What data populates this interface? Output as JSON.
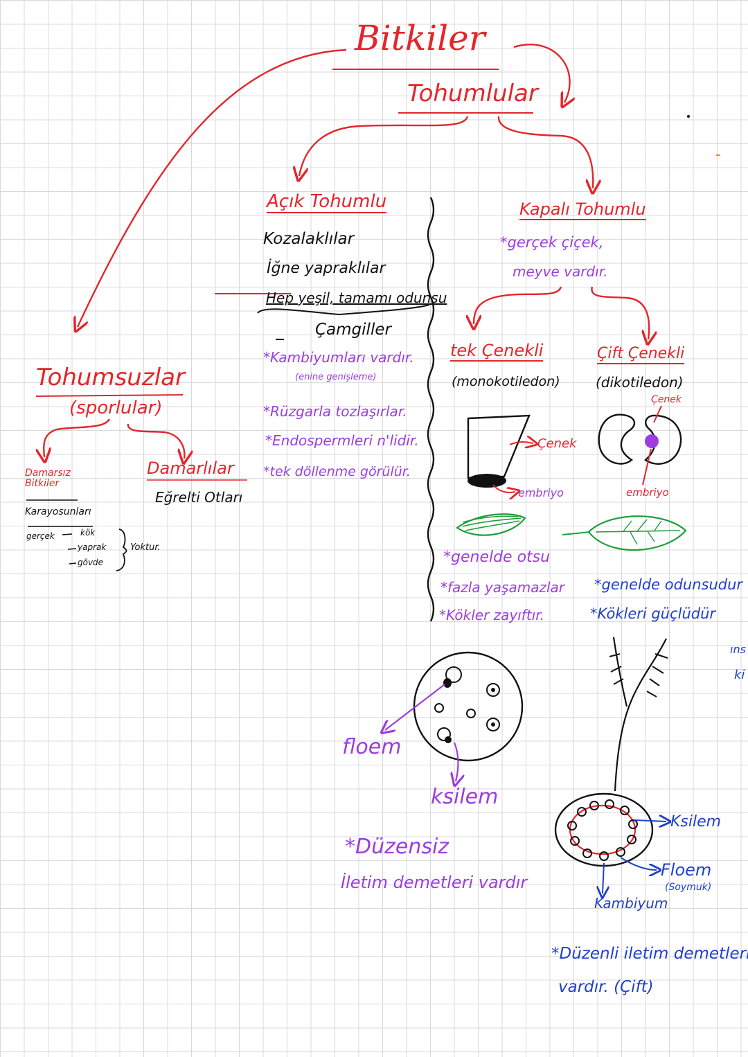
{
  "colors": {
    "red": "#e3262b",
    "black": "#111111",
    "purple": "#9b3de0",
    "blue": "#1f3fcf",
    "green": "#1e9e3a",
    "grid": "#d9d9dc"
  },
  "root": {
    "title": "Bitkiler",
    "subtitle": "Tohumlular"
  },
  "open_seeded": {
    "title": "Açık Tohumlu",
    "lines": [
      "Kozalaklılar",
      "İğne yapraklılar",
      "Hep yeşil, tamamı odunsu",
      "Çamgiller"
    ],
    "notes": [
      "*Kambiyumları vardır.",
      "(enine genişleme)",
      "*Rüzgarla tozlaşırlar.",
      "*Endospermleri n'lidir.",
      "*tek döllenme görülür."
    ]
  },
  "closed_seeded": {
    "title": "Kapalı Tohumlu",
    "notes": [
      "*gerçek çiçek,",
      "meyve vardır."
    ]
  },
  "monocot": {
    "title": "tek Çenekli",
    "subtitle": "(monokotiledon)",
    "labels": {
      "cotyledon": "Çenek",
      "embryo": "embriyo"
    },
    "notes": [
      "*genelde otsu",
      "*fazla yaşamazlar",
      "*Kökler zayıftır."
    ],
    "stem": {
      "phloem": "floem",
      "xylem": "ksilem"
    },
    "footer": [
      "*Düzensiz",
      "İletim demetleri vardır"
    ]
  },
  "dicot": {
    "title": "Çift Çenekli",
    "subtitle": "(dikotiledon)",
    "labels": {
      "cotyledon": "Çenek",
      "embryo": "embriyo"
    },
    "notes": [
      "*genelde odunsudur",
      "*Kökleri güçlüdür"
    ],
    "stem": {
      "xylem": "Ksilem",
      "phloem": "Floem",
      "bark": "(Soymuk)",
      "cambium": "Kambiyum"
    },
    "footer": [
      "*Düzenli iletim demetleri",
      "vardır. (Çift)"
    ]
  },
  "seedless": {
    "title": "Tohumsuzlar",
    "subtitle": "(sporlular)",
    "nonvascular": {
      "title": "Damarsız Bitkiler",
      "example": "Karayosunları",
      "prefix": "gerçek",
      "parts": [
        "kök",
        "yaprak",
        "gövde"
      ],
      "result": "Yoktur."
    },
    "vascular": {
      "title": "Damarlılar",
      "example": "Eğrelti Otları"
    }
  },
  "edge_text": {
    "a": "ıns",
    "b": "ki"
  }
}
